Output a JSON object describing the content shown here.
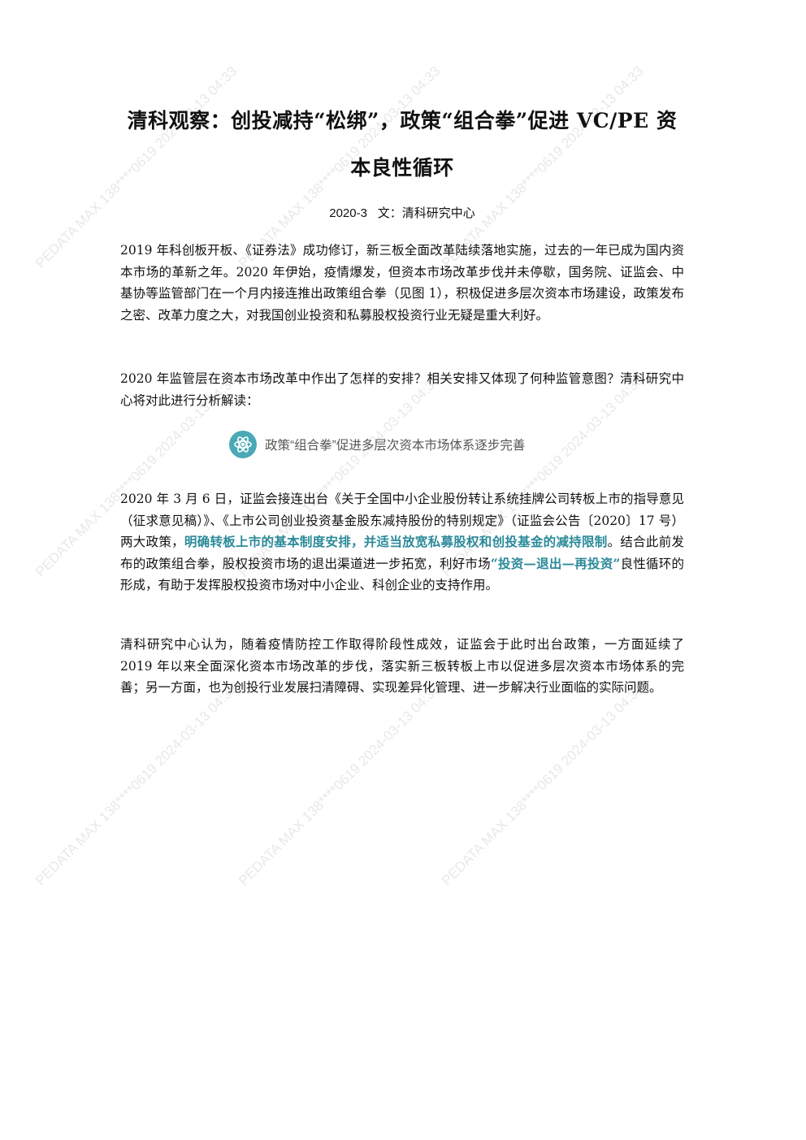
{
  "watermark": {
    "text": "PEDATA MAX 138****0619 2024-03-13 04:33"
  },
  "document": {
    "title_line1": "清科观察：创投减持“松绑”，政策“组合拳”促进 VC/PE 资",
    "title_line2": "本良性循环",
    "byline_date": "2020-3",
    "byline_author": "文：清科研究中心",
    "paragraph1": "2019 年科创板开板、《证券法》成功修订，新三板全面改革陆续落地实施，过去的一年已成为国内资本市场的革新之年。2020 年伊始，疫情爆发，但资本市场改革步伐并未停歇，国务院、证监会、中基协等监管部门在一个月内接连推出政策组合拳（见图 1），积极促进多层次资本市场建设，政策发布之密、改革力度之大，对我国创业投资和私募股权投资行业无疑是重大利好。",
    "paragraph2": "2020 年监管层在资本市场改革中作出了怎样的安排？相关安排又体现了何种监管意图？清科研究中心将对此进行分析解读：",
    "section_heading": "政策“组合拳”促进多层次资本市场体系逐步完善",
    "section_icon": "atom-icon",
    "accent_color": "#2b8a99",
    "paragraph3": {
      "part1": "2020 年 3 月 6 日，证监会接连出台《关于全国中小企业股份转让系统挂牌公司转板上市的指导意见（征求意见稿）》、《上市公司创业投资基金股东减持股份的特别规定》（证监会公告〔2020〕17 号）两大政策，",
      "highlight1": "明确转板上市的基本制度安排，并适当放宽私募股权和创投基金的减持限制",
      "part2": "。结合此前发布的政策组合拳，股权投资市场的退出渠道进一步拓宽，利好市场",
      "highlight2": "“投资—退出—再投资”",
      "part3": "良性循环的形成，有助于发挥股权投资市场对中小企业、科创企业的支持作用。"
    },
    "paragraph4": "清科研究中心认为，随着疫情防控工作取得阶段性成效，证监会于此时出台政策，一方面延续了 2019 年以来全面深化资本市场改革的步伐，落实新三板转板上市以促进多层次资本市场体系的完善；另一方面，也为创投行业发展扫清障碍、实现差异化管理、进一步解决行业面临的实际问题。"
  }
}
